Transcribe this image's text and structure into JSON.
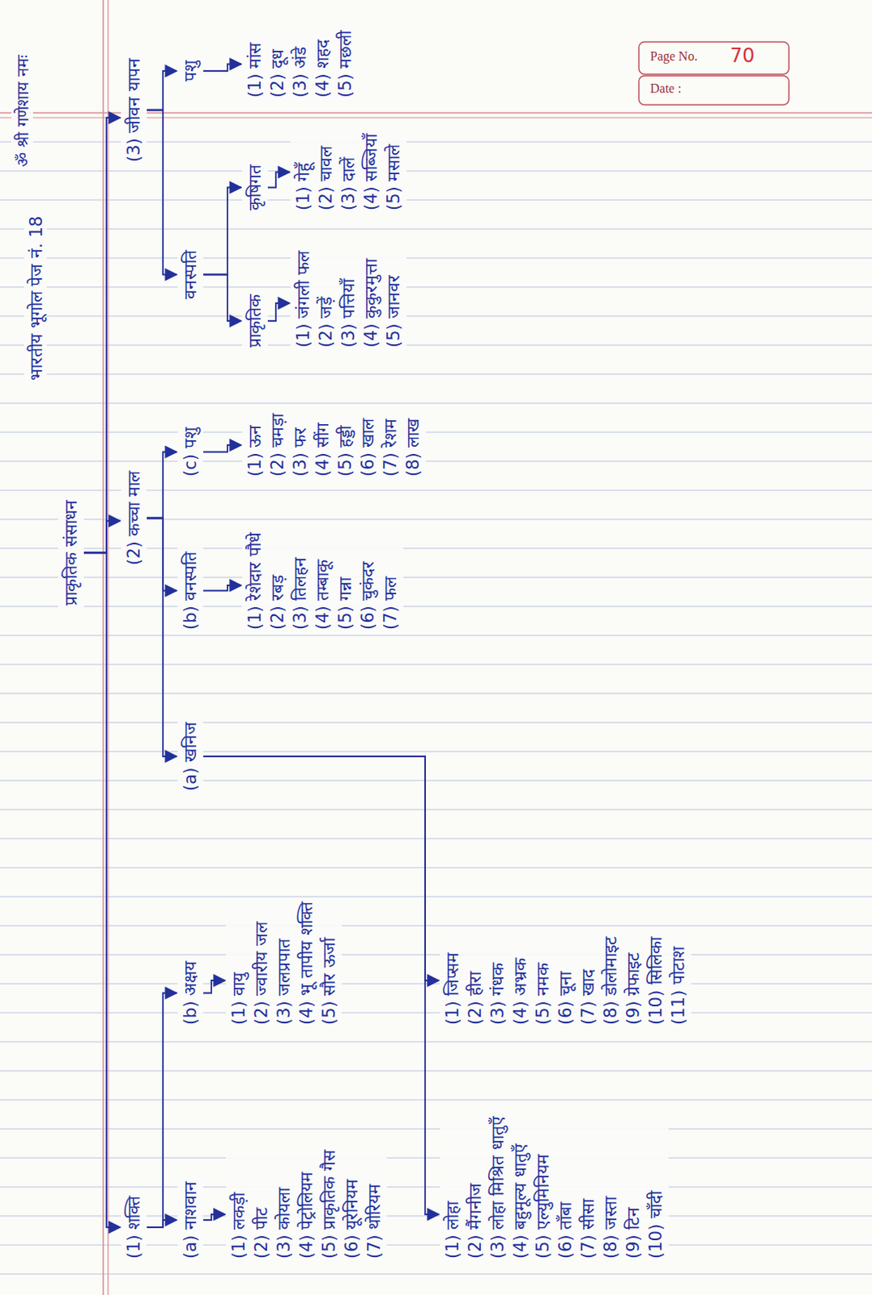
{
  "diagram": {
    "title": "भारतीय भूगोल पेज नं. 18",
    "nodes": [
      {
        "text": [
          "प्राकृतिक संसाधन"
        ]
      },
      {
        "text": [
          "(1) शक्ति"
        ]
      },
      {
        "text": [
          "(2) कच्चा माल"
        ]
      },
      {
        "text": [
          "(3) जीवन यापन"
        ]
      },
      {
        "text": [
          "(a) नाशवान"
        ]
      },
      {
        "text": [
          "(b) अक्षय"
        ]
      },
      {
        "text": [
          "(1) लकड़ी",
          "(2) पीट",
          "(3) कोयला",
          "(4) पेट्रोलियम",
          "(5) प्राकृतिक गैस",
          "(6) यूरेनियम",
          "(7) थोरियम"
        ]
      },
      {
        "text": [
          "(1) वायु",
          "(2) ज्वारीय जल",
          "(3) जलप्रपात",
          "(4) भू तापीय शक्ति",
          "(5) सौर ऊर्जा"
        ]
      },
      {
        "text": [
          "(a) खनिज"
        ]
      },
      {
        "text": [
          "(b) वनस्पति"
        ]
      },
      {
        "text": [
          "(c) पशु"
        ]
      },
      {
        "text": [
          "(1) लोहा",
          "(2) मैंगनीज",
          "(3) लोहा मिश्रित धातुएँ",
          "(4) बहुमूल्य धातुएँ",
          "(5) एल्युमिनियम",
          "(6) ताँबा",
          "(7) सीसा",
          "(8) जस्ता",
          "(9) टिन",
          "(10) चाँदी"
        ]
      },
      {
        "text": [
          "(1) जिप्सम",
          "(2) हीरा",
          "(3) गंधक",
          "(4) अभ्रक",
          "(5) नमक",
          "(6) चूना",
          "(7) खाद",
          "(8) डोलोमाइट",
          "(9) ग्रेफाइट",
          "(10) सिलिका",
          "(11) पोटाश"
        ]
      },
      {
        "text": [
          "(1) रेशेदार पौधे",
          "(2) रबड़",
          "(3) तिलहन",
          "(4) तम्बाकू",
          "(5) गन्ना",
          "(6) चुकंदर",
          "(7) फल"
        ]
      },
      {
        "text": [
          "(1) ऊन",
          "(2) चमड़ा",
          "(3) फर",
          "(4) सींग",
          "(5) हड्डी",
          "(6) खाल",
          "(7) रेशम",
          "(8) लाख"
        ]
      },
      {
        "text": [
          "वनस्पति"
        ]
      },
      {
        "text": [
          "पशु"
        ]
      },
      {
        "text": [
          "प्राकृतिक"
        ]
      },
      {
        "text": [
          "कृषिगत"
        ]
      },
      {
        "text": [
          "(1) जंगली फल",
          "(2) जड़ें",
          "(3) पत्तियाँ",
          "(4) कुकुरमुत्ता",
          "(5) जानवर"
        ]
      },
      {
        "text": [
          "(1) गेहूँ",
          "(2) चावल",
          "(3) दालें",
          "(4) सब्जियाँ",
          "(5) मसाले"
        ]
      },
      {
        "text": [
          "(1) मांस",
          "(2) दूध",
          "(3) अंडे",
          "(4) शहद",
          "(5) मछली"
        ]
      }
    ],
    "edges": [
      {
        "from": 0,
        "to": 1,
        "arrow": "to"
      },
      {
        "from": 0,
        "to": 2,
        "arrow": "to"
      },
      {
        "from": 0,
        "to": 3,
        "arrow": "to"
      },
      {
        "from": 1,
        "to": 4,
        "arrow": "to"
      },
      {
        "from": 1,
        "to": 5,
        "arrow": "to"
      },
      {
        "from": 4,
        "to": 6,
        "arrow": "to"
      },
      {
        "from": 5,
        "to": 7,
        "arrow": "to"
      },
      {
        "from": 2,
        "to": 8,
        "arrow": "to"
      },
      {
        "from": 2,
        "to": 9,
        "arrow": "to"
      },
      {
        "from": 2,
        "to": 10,
        "arrow": "to"
      },
      {
        "from": 8,
        "to": 11,
        "arrow": "to"
      },
      {
        "from": 8,
        "to": 12,
        "arrow": "to"
      },
      {
        "from": 9,
        "to": 13,
        "arrow": "to"
      },
      {
        "from": 10,
        "to": 14,
        "arrow": "to"
      },
      {
        "from": 3,
        "to": 15,
        "arrow": "to"
      },
      {
        "from": 3,
        "to": 16,
        "arrow": "to"
      },
      {
        "from": 15,
        "to": 17,
        "arrow": "to"
      },
      {
        "from": 15,
        "to": 18,
        "arrow": "to"
      },
      {
        "from": 17,
        "to": 19,
        "arrow": "to"
      },
      {
        "from": 18,
        "to": 20,
        "arrow": "to"
      },
      {
        "from": 16,
        "to": 21,
        "arrow": "to"
      }
    ],
    "labels": [
      "ॐ श्री गणेशाय नमः",
      "Page No.",
      "70",
      "Date :"
    ]
  }
}
